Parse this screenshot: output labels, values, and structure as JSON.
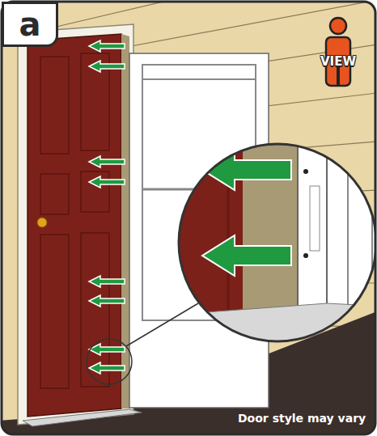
{
  "diagram": {
    "nodes": [
      {
        "text": [
          "a"
        ]
      }
    ],
    "labels": [
      "VIEW",
      "Door style may vary"
    ]
  }
}
